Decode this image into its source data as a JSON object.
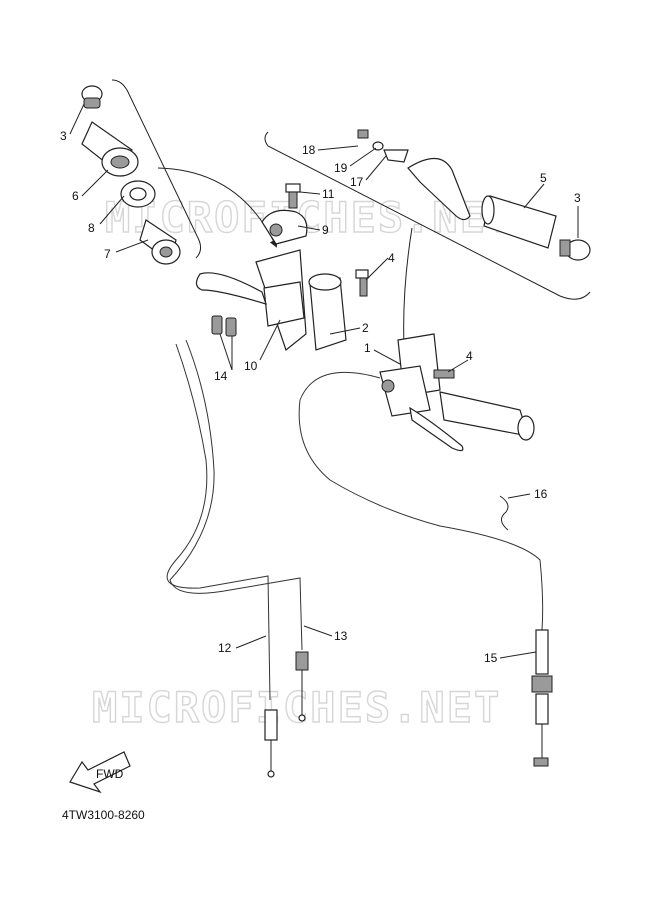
{
  "watermark": "MICROFICHES.NET",
  "diagram_code": "4TW3100-8260",
  "fwd_label": "FWD",
  "callouts": {
    "c1": "1",
    "c2": "2",
    "c3a": "3",
    "c3b": "3",
    "c4a": "4",
    "c4b": "4",
    "c5": "5",
    "c6": "6",
    "c7": "7",
    "c8": "8",
    "c9": "9",
    "c10": "10",
    "c11": "11",
    "c12": "12",
    "c13": "13",
    "c14": "14",
    "c15": "15",
    "c16": "16",
    "c17": "17",
    "c18": "18",
    "c19": "19"
  }
}
